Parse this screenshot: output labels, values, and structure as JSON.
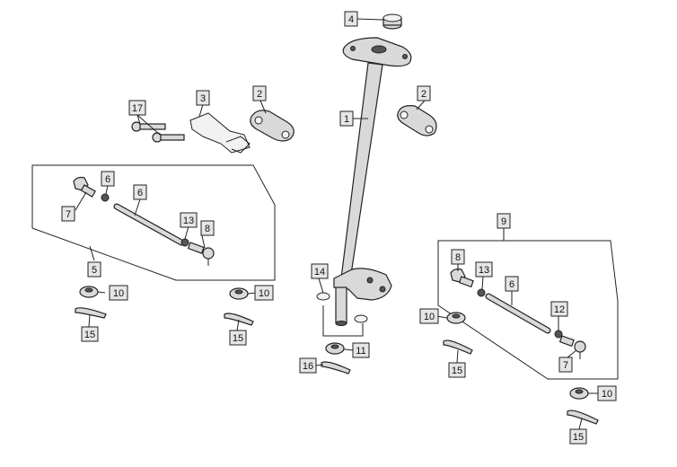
{
  "callouts": {
    "c1": "1",
    "c2a": "2",
    "c2b": "2",
    "c3": "3",
    "c4": "4",
    "c5": "5",
    "c6a": "6",
    "c6b": "6",
    "c6c": "6",
    "c7a": "7",
    "c7b": "7",
    "c8a": "8",
    "c8b": "8",
    "c9": "9",
    "c10a": "10",
    "c10b": "10",
    "c10c": "10",
    "c10d": "10",
    "c11": "11",
    "c12": "12",
    "c13a": "13",
    "c13b": "13",
    "c14": "14",
    "c15a": "15",
    "c15b": "15",
    "c15c": "15",
    "c15d": "15",
    "c16": "16",
    "c17": "17"
  },
  "colors": {
    "callout_fill": "#e6e6e6",
    "line": "#222222",
    "part_fill": "#d9d9d9"
  }
}
